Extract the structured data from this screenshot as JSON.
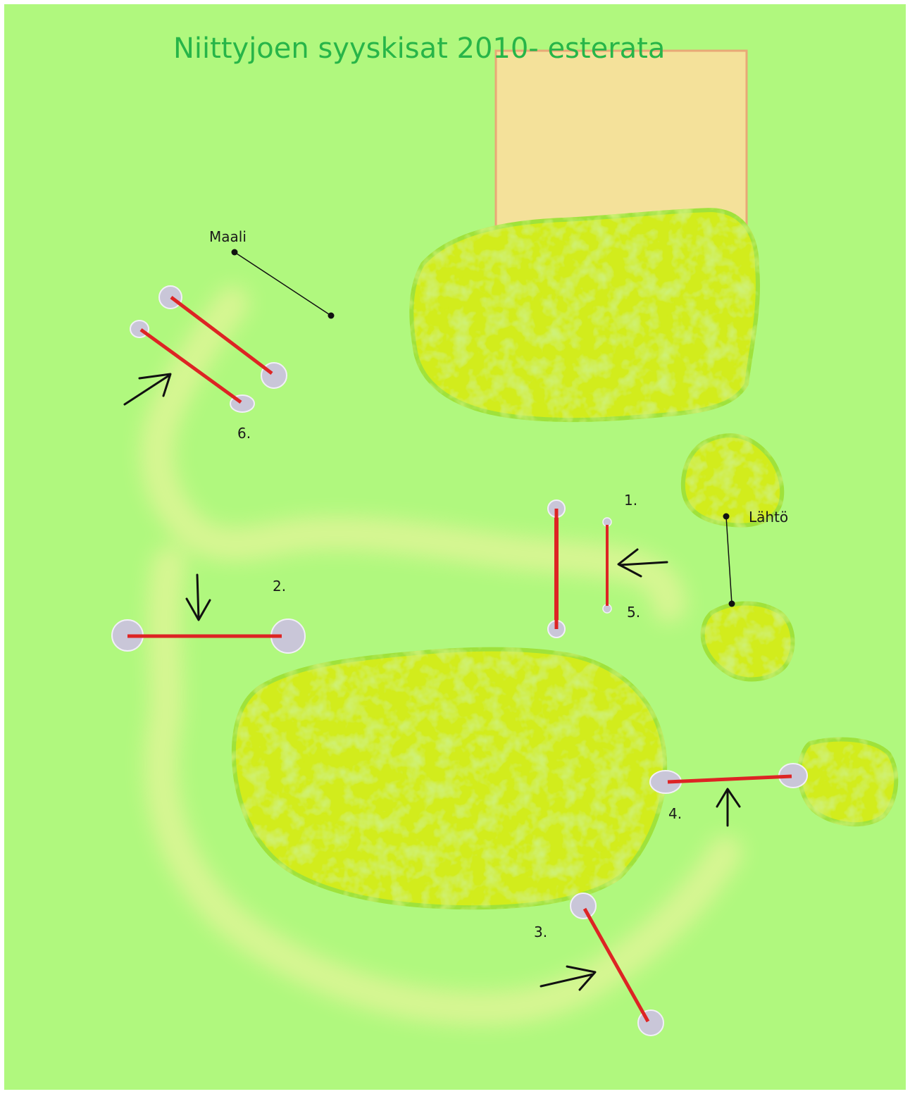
{
  "title": "Niittyjoen syyskisat 2010- esterata",
  "labels": {
    "finish": "Maali",
    "start": "Lähtö"
  },
  "obstacles": [
    {
      "number": "1."
    },
    {
      "number": "2."
    },
    {
      "number": "3."
    },
    {
      "number": "4."
    },
    {
      "number": "5."
    },
    {
      "number": "6."
    }
  ],
  "colors": {
    "grass": "#b0f87e",
    "frame": "#ffffff",
    "sand_arena": "#f4e19a",
    "sand_border": "#e9a877",
    "bush": "#d2ec1d",
    "bush_edge": "#9fe23a",
    "bush_texture": "#a9e334",
    "track": "#e4f59a",
    "rail": "#dd2424",
    "standard": "#c9c6d8",
    "standard_edge": "#f2eff8",
    "ink": "#111111"
  }
}
